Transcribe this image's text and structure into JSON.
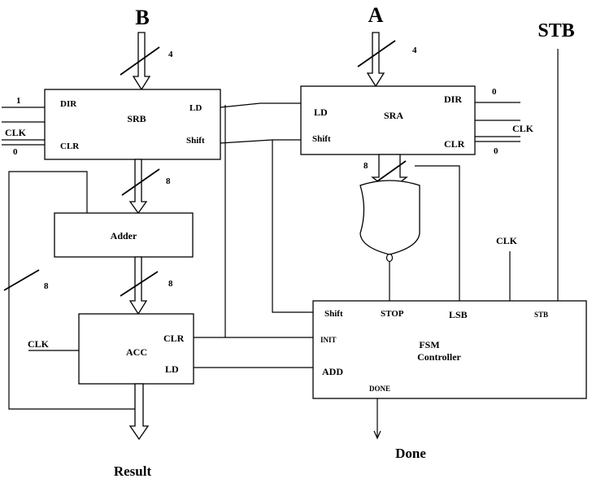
{
  "inputs": {
    "b": "B",
    "a": "A",
    "stb": "STB"
  },
  "outputs": {
    "done": "Done",
    "result": "Result"
  },
  "bus_widths": {
    "b_in": "4",
    "a_in": "4",
    "srb_to_adder": "8",
    "sra_to_nor": "8",
    "adder_to_acc": "8",
    "feedback": "8"
  },
  "srb": {
    "name": "SRB",
    "ports": {
      "dir": "DIR",
      "clr": "CLR",
      "ld": "LD",
      "shift": "Shift"
    },
    "external": {
      "dir_value": "1",
      "clk": "CLK",
      "clr_value": "0"
    }
  },
  "sra": {
    "name": "SRA",
    "ports": {
      "ld": "LD",
      "shift": "Shift",
      "dir": "DIR",
      "clr": "CLR"
    },
    "external": {
      "dir_value": "0",
      "clk": "CLK",
      "clr_value": "0"
    }
  },
  "adder": {
    "name": "Adder"
  },
  "acc": {
    "name": "ACC",
    "ports": {
      "clr": "CLR",
      "ld": "LD"
    },
    "external": {
      "clk": "CLK"
    }
  },
  "fsm": {
    "title_line1": "FSM",
    "title_line2": "Controller",
    "ports": {
      "shift": "Shift",
      "stop": "STOP",
      "lsb": "LSB",
      "stb": "STB",
      "init": "INIT",
      "add": "ADD",
      "done": "DONE"
    },
    "external": {
      "clk": "CLK"
    }
  }
}
